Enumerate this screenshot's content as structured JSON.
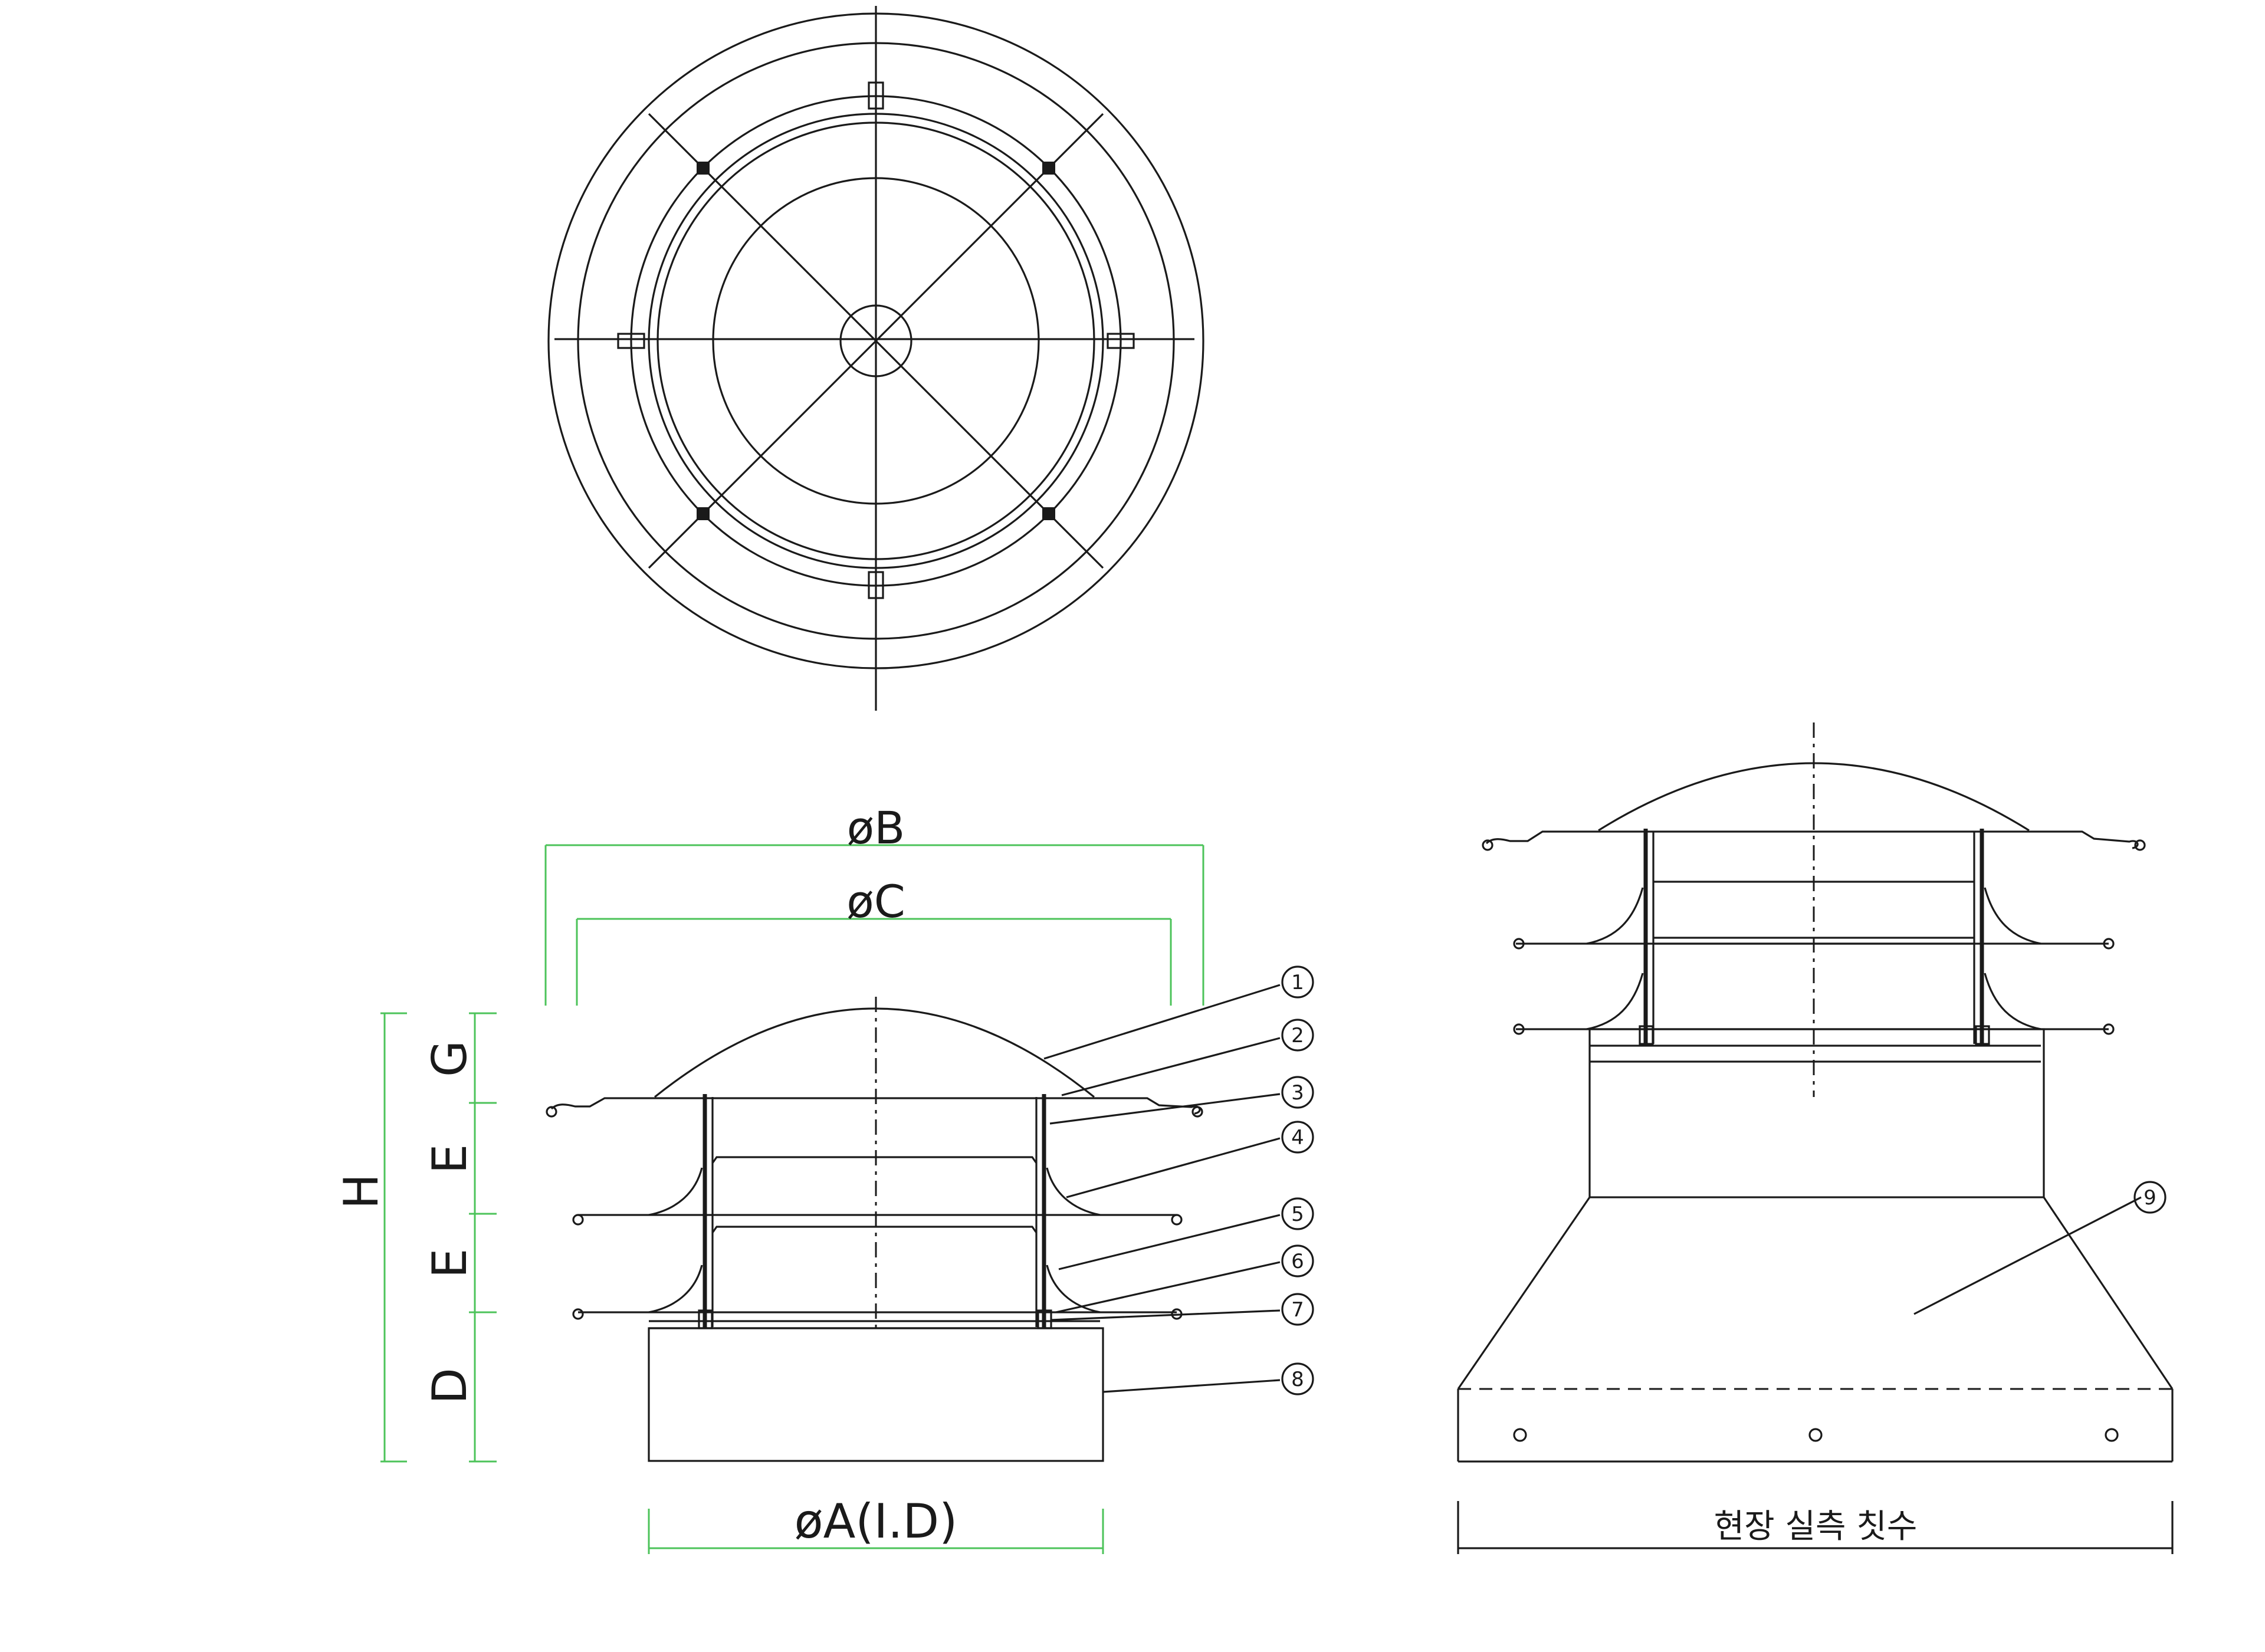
{
  "labels": {
    "dia_b": "øB",
    "dia_c": "øC",
    "dia_a": "øA(I.D)",
    "h": "H",
    "g": "G",
    "e1": "E",
    "e2": "E",
    "d": "D",
    "field": "현장 실측 칫수"
  },
  "callouts": [
    "1",
    "2",
    "3",
    "4",
    "5",
    "6",
    "7",
    "8",
    "9"
  ],
  "colors": {
    "line": "#1a1a1a",
    "dimension": "#4cc35a",
    "background": "#ffffff"
  }
}
